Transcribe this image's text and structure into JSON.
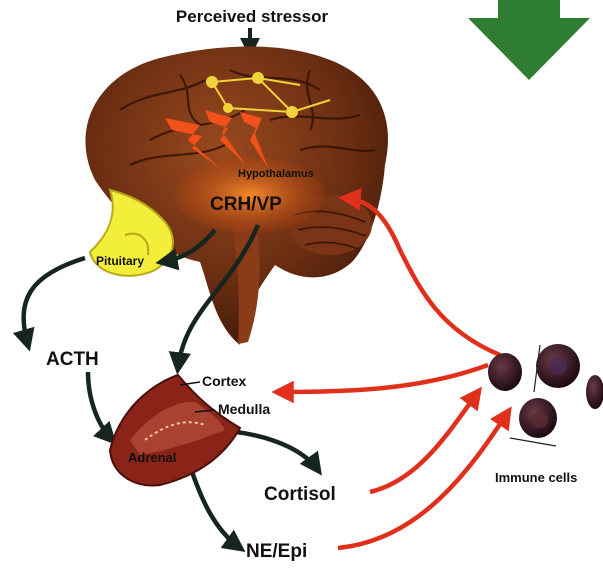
{
  "title": "Perceived stressor",
  "labels": {
    "hypothalamus": "Hypothalamus",
    "crh_vp": "CRH/VP",
    "pituitary": "Pituitary",
    "acth": "ACTH",
    "cortex": "Cortex",
    "medulla": "Medulla",
    "adrenal": "Adrenal",
    "cortisol": "Cortisol",
    "ne_epi": "NE/Epi",
    "immune_cells": "Immune cells"
  },
  "colors": {
    "brain": "#6b2e12",
    "hypothalamus_glow": "#e8641c",
    "pituitary": "#f2ee3a",
    "adrenal": "#8a2418",
    "dark_arrow": "#16261f",
    "red_arrow": "#e0301c",
    "green_arrow": "#2f7d32",
    "immune_cell": "#3a1a20"
  }
}
